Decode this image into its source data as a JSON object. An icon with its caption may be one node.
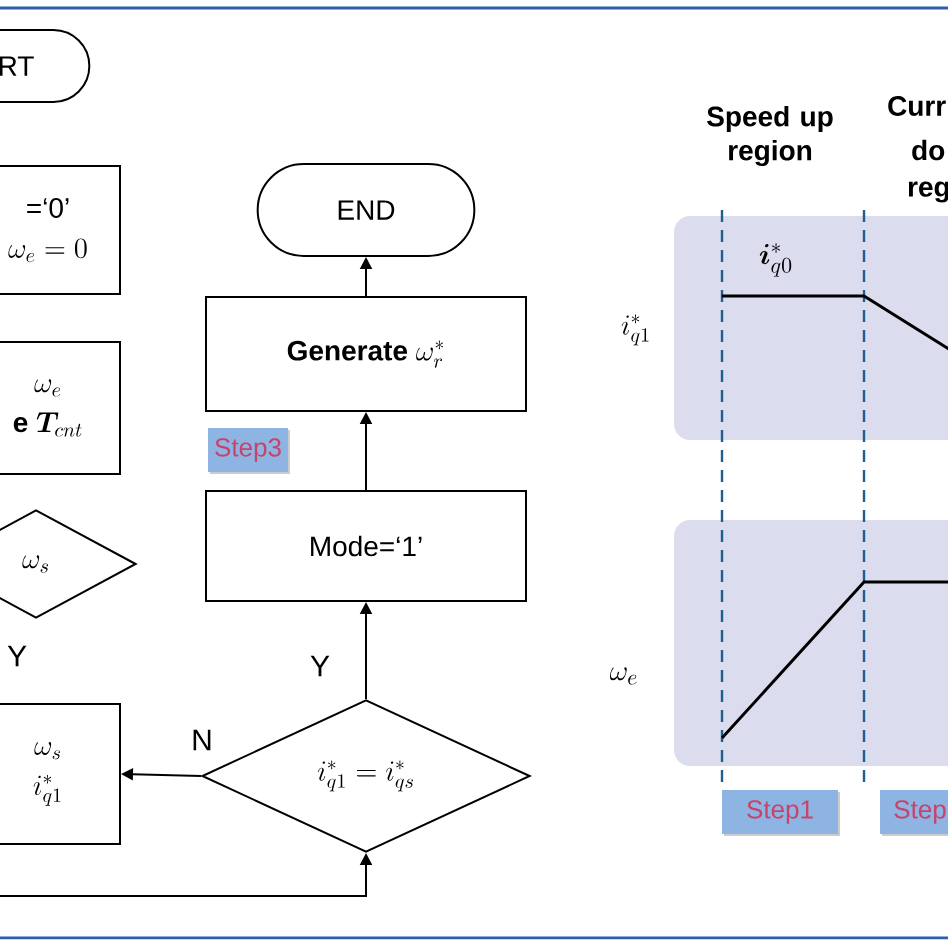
{
  "diagram": {
    "nodes": [
      {
        "text": [
          "RT"
        ]
      },
      {
        "text": [
          "=‘0’",
          "\\omega_e = 0"
        ]
      },
      {
        "text": [
          "\\omega_e",
          "\\textbf{e}\\ \\boldsymbol{T}_{cnt}"
        ]
      },
      {
        "text": [
          "\\omega_s"
        ]
      },
      {
        "text": [
          "\\omega_s",
          "i_{q1}^{*}"
        ]
      },
      {
        "text": [
          "END"
        ]
      },
      {
        "text": [
          "\\textbf{Generate}\\ \\omega_r^{*}"
        ]
      },
      {
        "text": [
          "Mode=‘1’"
        ]
      },
      {
        "text": [
          "i_{q1}^{*} = i_{qs}^{*}"
        ]
      },
      {
        "text": [
          "Step3"
        ]
      },
      {
        "text": [
          "Step1"
        ]
      },
      {
        "text": [
          "Step"
        ]
      }
    ],
    "edges": [
      {
        "from": 6,
        "to": 5,
        "arrow": "to"
      },
      {
        "from": 7,
        "to": 6,
        "arrow": "to"
      },
      {
        "from": 8,
        "to": 7,
        "arrow": "to",
        "label": "Y"
      },
      {
        "from": 8,
        "to": 4,
        "arrow": "to",
        "label": "N"
      },
      {
        "from": null,
        "to": 8,
        "arrow": "to"
      }
    ],
    "labels": [
      "Y",
      "Speed up region",
      "Curr",
      "do",
      "reg",
      "\\boldsymbol{i}_{q0}^{*}",
      "i_{q1}^{*}",
      "\\omega_e"
    ]
  }
}
